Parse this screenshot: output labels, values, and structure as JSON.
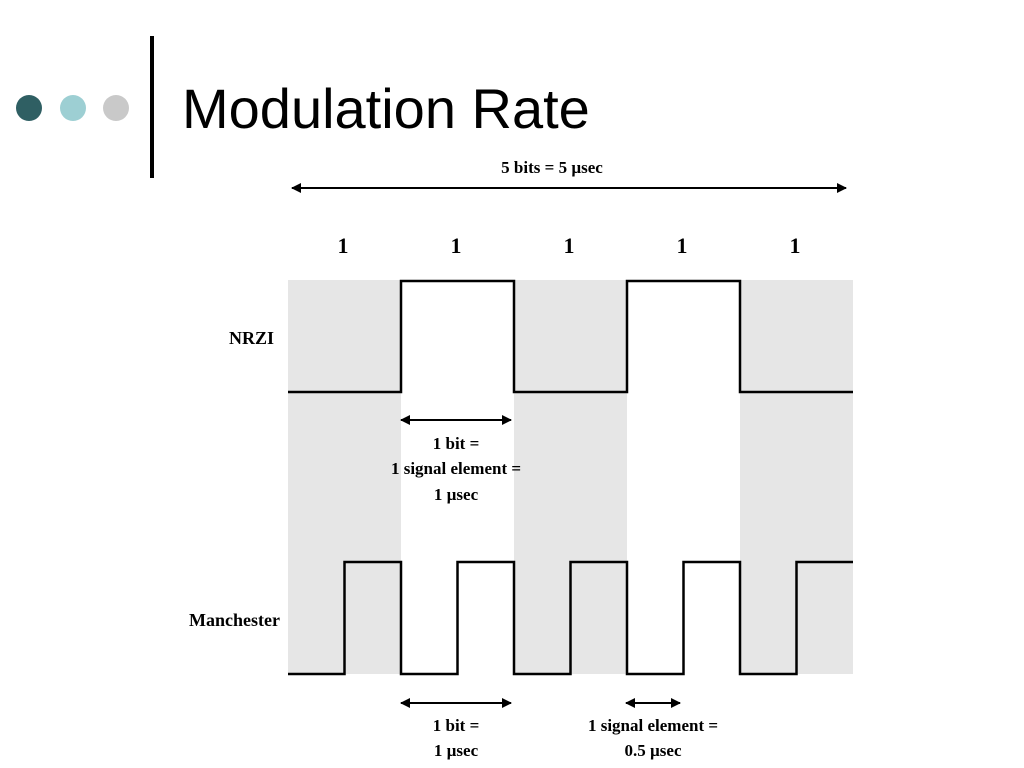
{
  "slide": {
    "title": "Modulation Rate",
    "bullet_colors": [
      "#2f5f63",
      "#9dcfd3",
      "#c9c9c9"
    ]
  },
  "diagram": {
    "span_label": "5 bits = 5 µsec",
    "bits": [
      "1",
      "1",
      "1",
      "1",
      "1"
    ],
    "nrzi_label": "NRZI",
    "manchester_label": "Manchester",
    "nrzi_levels": [
      0,
      1,
      0,
      1,
      0
    ],
    "manchester_levels": [
      0,
      1,
      0,
      1,
      0,
      1,
      0,
      1,
      0,
      1
    ],
    "nrzi_annotation": [
      "1 bit =",
      "1 signal element =",
      "1 µsec"
    ],
    "manchester_bit_annotation": [
      "1 bit =",
      "1 µsec"
    ],
    "manchester_element_annotation": [
      "1 signal element =",
      "0.5 µsec"
    ],
    "shade_color": "#e6e6e6"
  }
}
